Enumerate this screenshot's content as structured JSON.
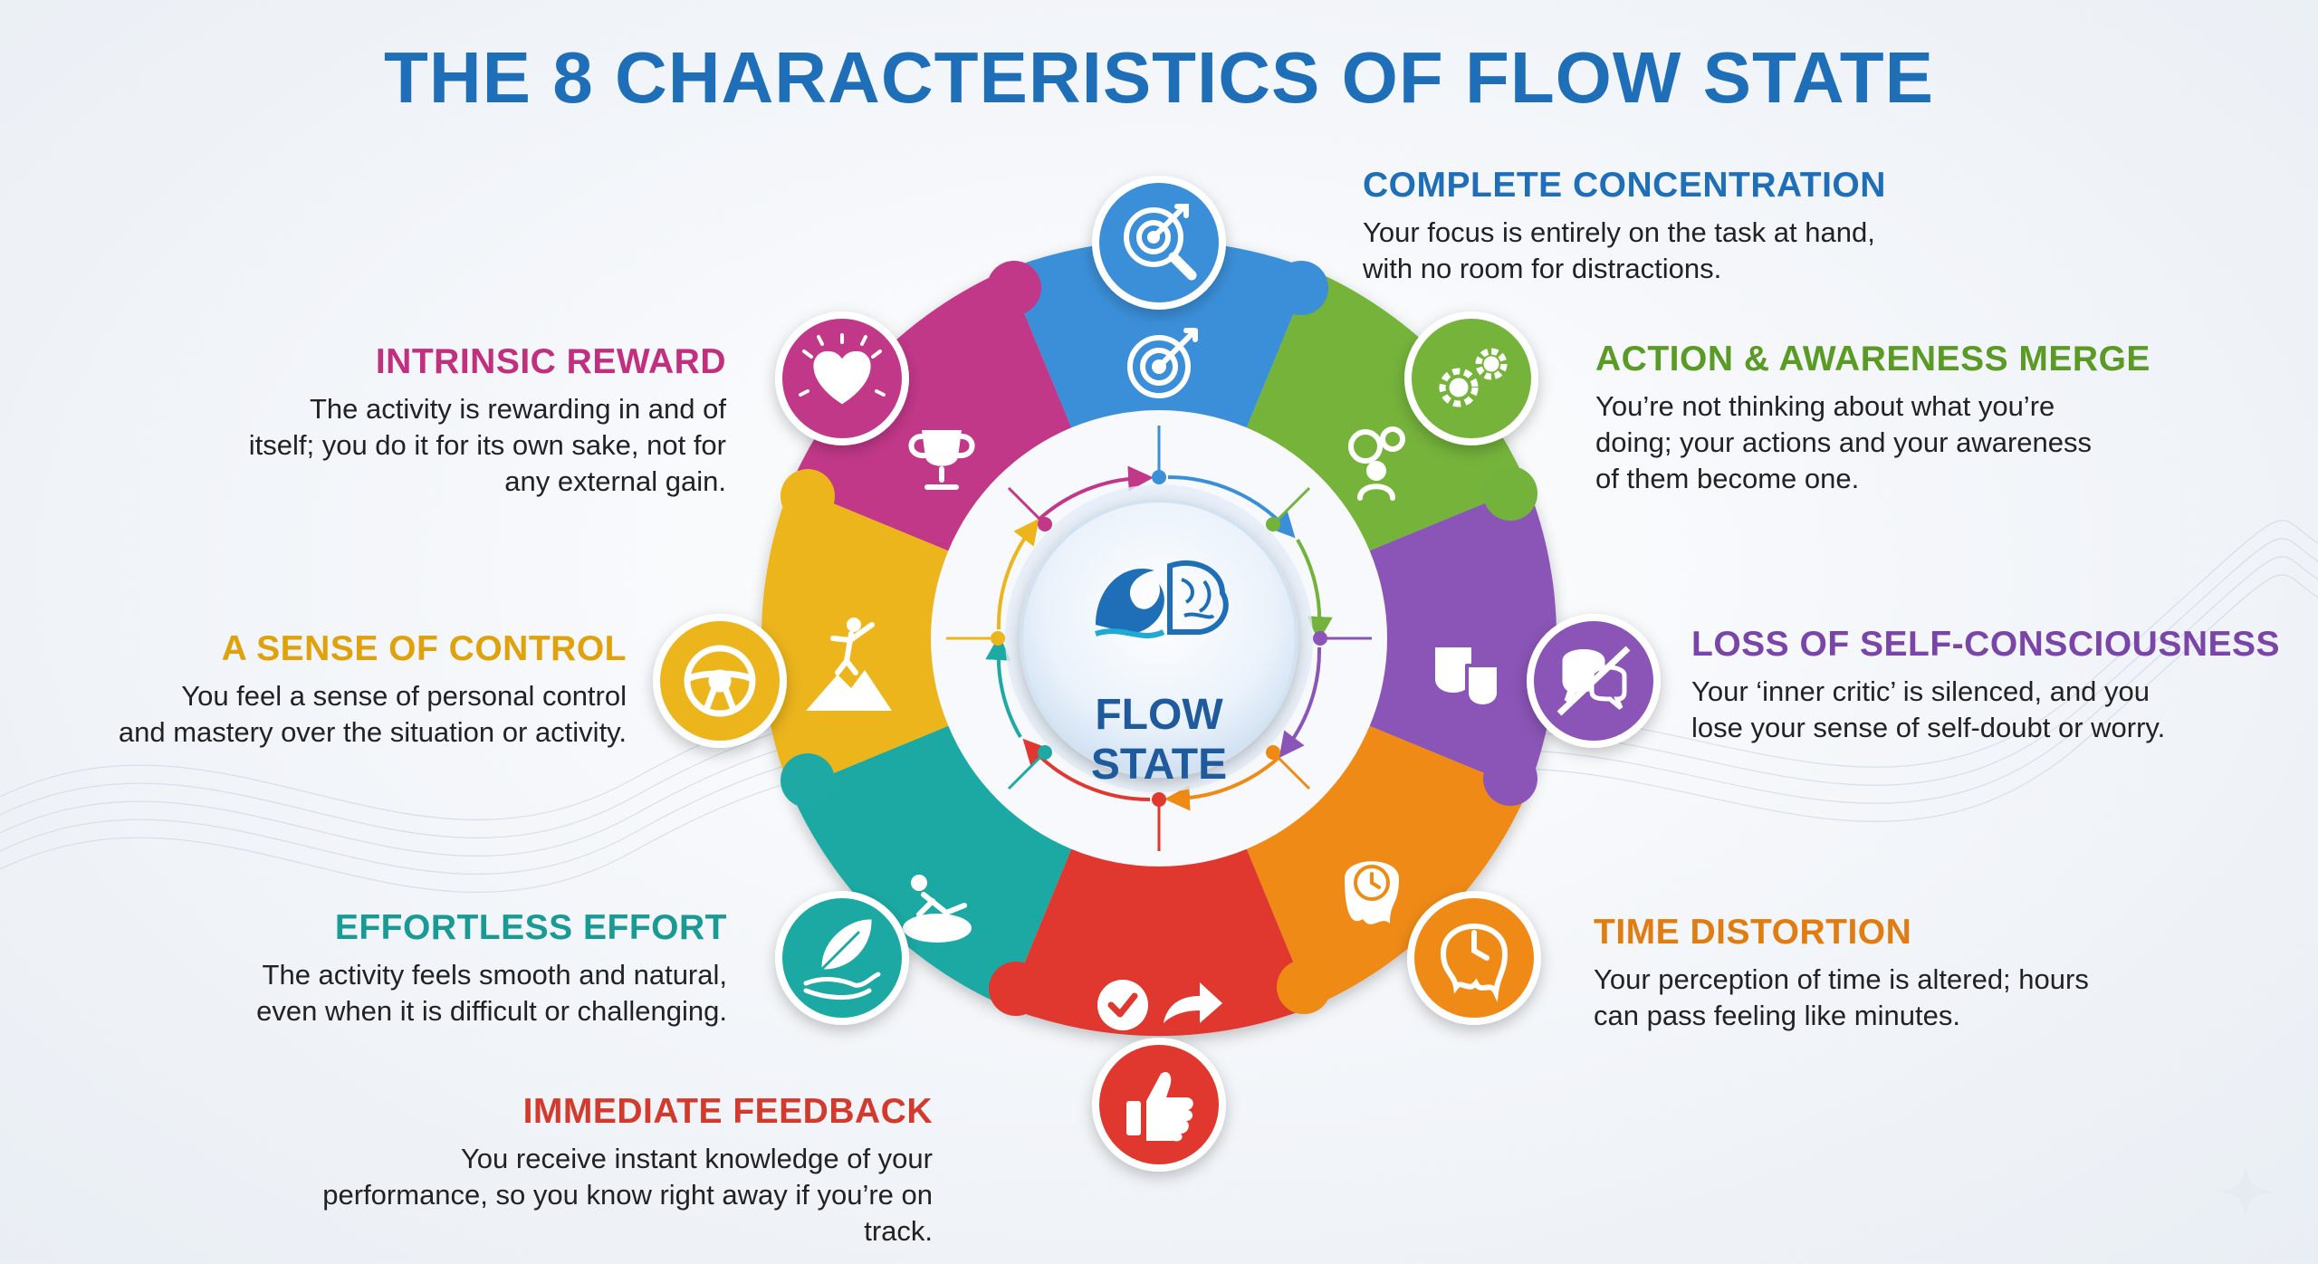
{
  "title": "THE 8 CHARACTERISTICS OF FLOW STATE",
  "center": {
    "line1": "FLOW",
    "line2": "STATE",
    "icon": "wave-brain-icon"
  },
  "colors": {
    "title": "#1f6fb8",
    "blue": "#3b8fd9",
    "green": "#74b33b",
    "purple": "#8a55b6",
    "orange": "#ef8a14",
    "red": "#e0382f",
    "teal": "#1fa9a4",
    "yellow": "#ecb51c",
    "magenta": "#c23889"
  },
  "characteristics": [
    {
      "id": "complete-concentration",
      "title": "COMPLETE CONCENTRATION",
      "desc": [
        "Your focus is entirely on the task at hand,",
        "with no room for distractions."
      ],
      "color": "#3b8fd9",
      "title_color": "#1f6fb8",
      "icon": "target-magnifier-icon",
      "inner_icon": "target-icon"
    },
    {
      "id": "action-awareness-merge",
      "title": "ACTION & AWARENESS MERGE",
      "desc": [
        "You’re not thinking about what you’re",
        "doing; your actions and your awareness",
        "of them become one."
      ],
      "color": "#74b33b",
      "title_color": "#5a9a25",
      "icon": "gears-icon",
      "inner_icon": "person-gears-icon"
    },
    {
      "id": "loss-self-consciousness",
      "title": "LOSS OF SELF-CONSCIOUSNESS",
      "desc": [
        "Your ‘inner critic’ is silenced, and you",
        "lose your sense of self-doubt or worry."
      ],
      "color": "#8a55b6",
      "title_color": "#7a45a8",
      "icon": "no-speech-icon",
      "inner_icon": "theater-masks-icon"
    },
    {
      "id": "time-distortion",
      "title": "TIME DISTORTION",
      "desc": [
        "Your perception of time is altered; hours",
        "can pass feeling like minutes."
      ],
      "color": "#ef8a14",
      "title_color": "#e07c10",
      "icon": "melting-clock-icon",
      "inner_icon": "clock-icon"
    },
    {
      "id": "immediate-feedback",
      "title": "IMMEDIATE FEEDBACK",
      "desc": [
        "You receive instant knowledge of your",
        "performance, so you know right away if you’re on",
        "track."
      ],
      "color": "#e0382f",
      "title_color": "#d23a2e",
      "icon": "thumbs-up-icon",
      "inner_icon": "check-arrow-icon"
    },
    {
      "id": "effortless-effort",
      "title": "EFFORTLESS EFFORT",
      "desc": [
        "The activity feels smooth and natural,",
        "even when it is difficult or challenging."
      ],
      "color": "#1fa9a4",
      "title_color": "#1a9a95",
      "icon": "feather-hand-icon",
      "inner_icon": "tubing-person-icon"
    },
    {
      "id": "sense-of-control",
      "title": "A SENSE OF CONTROL",
      "desc": [
        "You feel a sense of personal control",
        "and mastery over the situation or activity."
      ],
      "color": "#ecb51c",
      "title_color": "#e0a20c",
      "icon": "steering-wheel-icon",
      "inner_icon": "summit-person-icon"
    },
    {
      "id": "intrinsic-reward",
      "title": "INTRINSIC REWARD",
      "desc": [
        "The activity is rewarding in and of",
        "itself; you do it for its own sake, not for",
        "any external gain."
      ],
      "color": "#c23889",
      "title_color": "#c0307f",
      "icon": "heart-icon",
      "inner_icon": "trophy-icon"
    }
  ]
}
